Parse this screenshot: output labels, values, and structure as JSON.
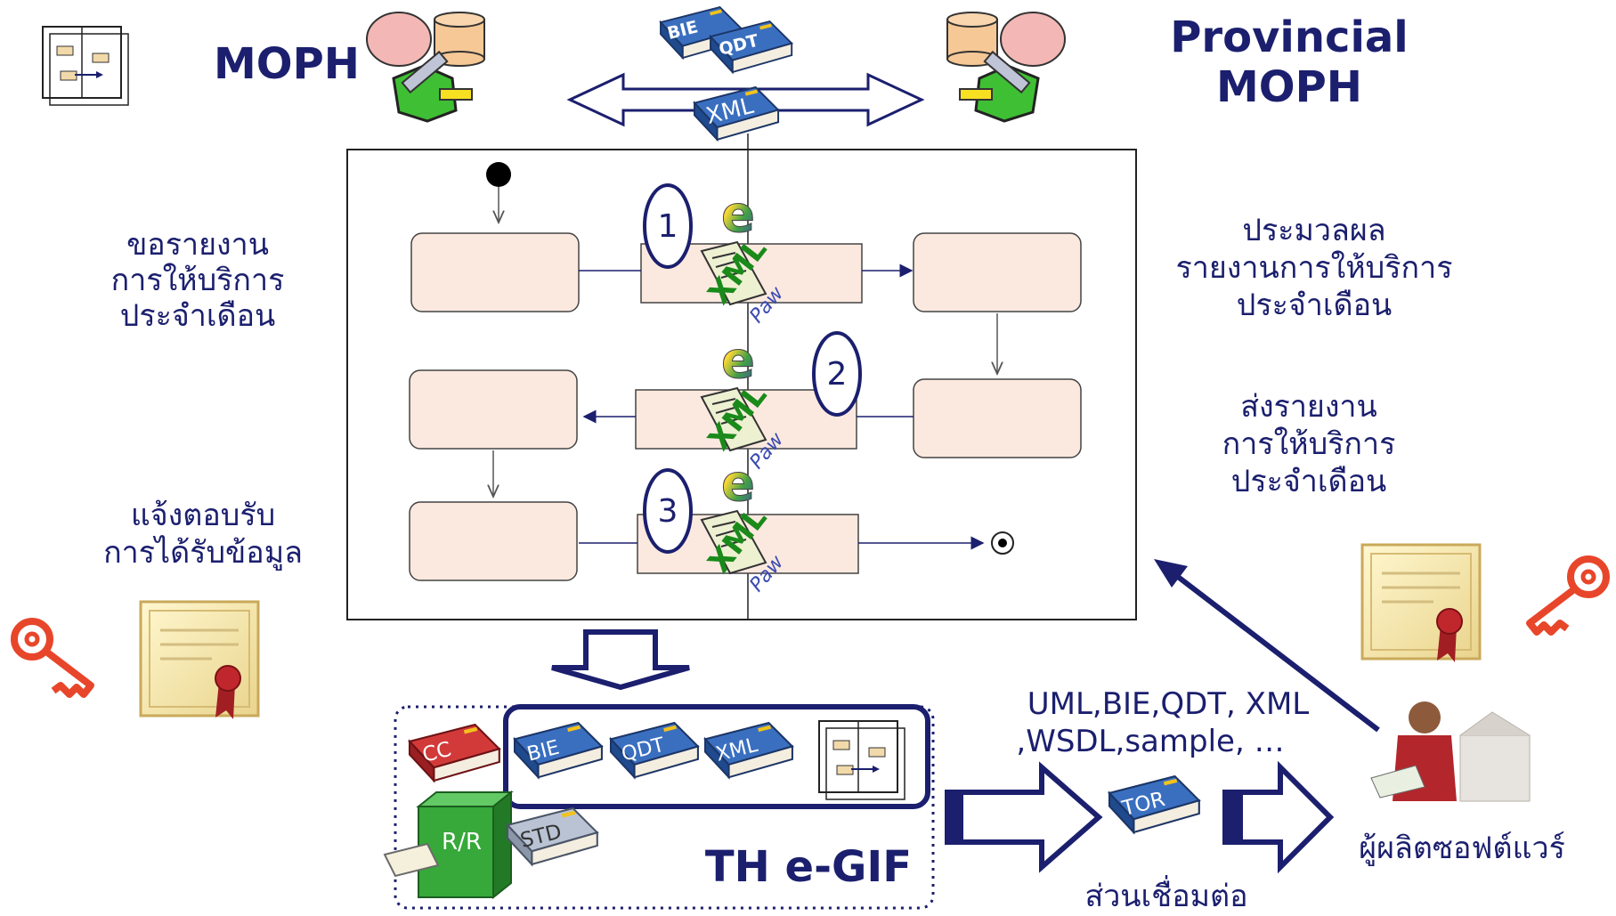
{
  "header": {
    "left_org": "MOPH",
    "right_org_line1": "Provincial",
    "right_org_line2": "MOPH"
  },
  "top_books": [
    "BIE",
    "QDT",
    "XML"
  ],
  "left_labels": {
    "request": [
      "ขอรายงาน",
      "การให้บริการ",
      "ประจำเดือน"
    ],
    "acknowledge": [
      "แจ้งตอบรับ",
      "การได้รับข้อมูล"
    ]
  },
  "right_labels": {
    "process": [
      "ประมวลผล",
      "รายงานการให้บริการ",
      "ประจำเดือน"
    ],
    "send": [
      "ส่งรายงาน",
      "การให้บริการ",
      "ประจำเดือน"
    ]
  },
  "steps": [
    "1",
    "2",
    "3"
  ],
  "message_icon": {
    "letter": "e",
    "tag": "XML",
    "scribble": "Paw"
  },
  "egif": {
    "title": "TH e-GIF",
    "books_inner": [
      "BIE",
      "QDT",
      "XML"
    ],
    "book_cc": "CC",
    "book_std": "STD",
    "server": "R/R"
  },
  "deliverables": {
    "line1": "UML,BIE,QDT, XML",
    "line2": ",WSDL,sample, …",
    "tor": "TOR",
    "interface_label": "ส่วนเชื่อมต่อ"
  },
  "developer_label": "ผู้ผลิตซอฟต์แวร์",
  "colors": {
    "navy": "#1b1f6e",
    "book_blue": "#2e5fa8",
    "book_red": "#c0272d",
    "activity_fill": "#fbe9df",
    "green": "#3aa62b",
    "key": "#e8462a"
  }
}
